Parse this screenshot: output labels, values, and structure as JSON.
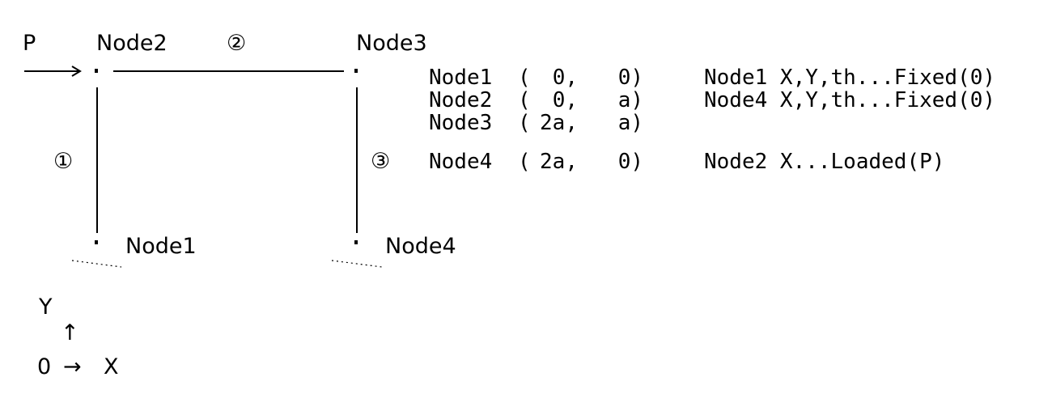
{
  "load_label": "P",
  "nodes": {
    "node1": "Node1",
    "node2": "Node2",
    "node3": "Node3",
    "node4": "Node4"
  },
  "members": {
    "m1": "①",
    "m2": "②",
    "m3": "③"
  },
  "coordinates_table": [
    [
      "Node1",
      "(",
      "0,",
      "0)"
    ],
    [
      "Node2",
      "(",
      "0,",
      "a)"
    ],
    [
      "Node3",
      "(",
      "2a,",
      "a)"
    ],
    [
      "Node4",
      "(",
      "2a,",
      "0)"
    ]
  ],
  "conditions": [
    "Node1 X,Y,th...Fixed(0)",
    "Node4 X,Y,th...Fixed(0)",
    "Node2 X...Loaded(P)"
  ],
  "axes": {
    "y": "Y",
    "x": "X",
    "origin": "0",
    "up_arrow": "↑",
    "right_arrow": "→"
  }
}
